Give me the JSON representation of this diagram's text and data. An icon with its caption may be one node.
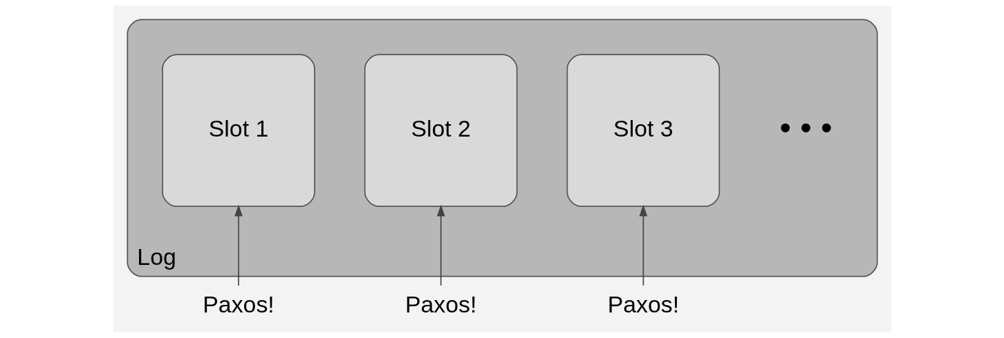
{
  "diagram": {
    "nodes": [
      {
        "text": [
          "Log"
        ]
      },
      {
        "text": [
          "Slot 1"
        ],
        "in": 0
      },
      {
        "text": [
          "Slot 2"
        ],
        "in": 0
      },
      {
        "text": [
          "Slot 3"
        ],
        "in": 0
      },
      {
        "text": [
          "Paxos!"
        ]
      },
      {
        "text": [
          "Paxos!"
        ]
      },
      {
        "text": [
          "Paxos!"
        ]
      }
    ],
    "edges": [
      {
        "from": 4,
        "to": 1,
        "arrow": "to"
      },
      {
        "from": 5,
        "to": 2,
        "arrow": "to"
      },
      {
        "from": 6,
        "to": 3,
        "arrow": "to"
      }
    ],
    "labels": [
      "• • •"
    ]
  }
}
